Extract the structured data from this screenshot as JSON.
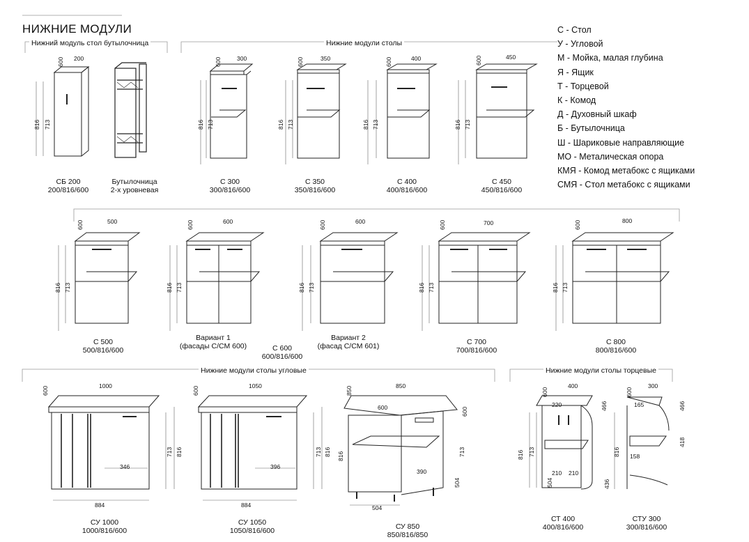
{
  "header": {
    "title": "НИЖНИЕ МОДУЛИ"
  },
  "sections": {
    "bottle": "Нижний модуль стол бутылочница",
    "tables": "Нижние модули столы",
    "corner": "Нижние модули столы угловые",
    "end": "Нижние модули столы торцевые"
  },
  "legend": [
    "С - Стол",
    "У - Угловой",
    "М - Мойка, малая глубина",
    "Я - Ящик",
    "Т - Торцевой",
    "К - Комод",
    "Д - Духовный шкаф",
    "Б - Бутылочница",
    "Ш - Шариковые направляющие",
    "МО - Металическая опора",
    "КМЯ - Комод метабокс с ящиками",
    "СМЯ - Стол метабокс с ящиками"
  ],
  "dims": {
    "d600": "600",
    "d200": "200",
    "d300": "300",
    "d350": "350",
    "d400": "400",
    "d450": "450",
    "d500": "500",
    "d700": "700",
    "d800": "800",
    "d1000": "1000",
    "d1050": "1050",
    "d850": "850",
    "h816": "816",
    "h713": "713",
    "d884": "884",
    "d346": "346",
    "d396": "396",
    "d390": "390",
    "d504": "504",
    "d220": "220",
    "d210": "210",
    "d165": "165",
    "d466": "466",
    "d418": "418",
    "d158": "158",
    "d436": "436"
  },
  "modules": [
    {
      "name": "СБ 200",
      "size": "200/816/600"
    },
    {
      "name": "Бутылочница",
      "size": "2-х уровневая"
    },
    {
      "name": "С 300",
      "size": "300/816/600"
    },
    {
      "name": "С 350",
      "size": "350/816/600"
    },
    {
      "name": "С 400",
      "size": "400/816/600"
    },
    {
      "name": "С 450",
      "size": "450/816/600"
    },
    {
      "name": "С 500",
      "size": "500/816/600"
    },
    {
      "name": "Вариант 1",
      "size": "(фасады С/СМ 600)"
    },
    {
      "name": "С 600",
      "size": "600/816/600"
    },
    {
      "name": "Вариант 2",
      "size": "(фасад С/СМ 601)"
    },
    {
      "name": "С 700",
      "size": "700/816/600"
    },
    {
      "name": "С 800",
      "size": "800/816/600"
    },
    {
      "name": "СУ 1000",
      "size": "1000/816/600"
    },
    {
      "name": "СУ 1050",
      "size": "1050/816/600"
    },
    {
      "name": "СУ 850",
      "size": "850/816/850"
    },
    {
      "name": "СТ 400",
      "size": "400/816/600"
    },
    {
      "name": "СТУ 300",
      "size": "300/816/600"
    }
  ]
}
